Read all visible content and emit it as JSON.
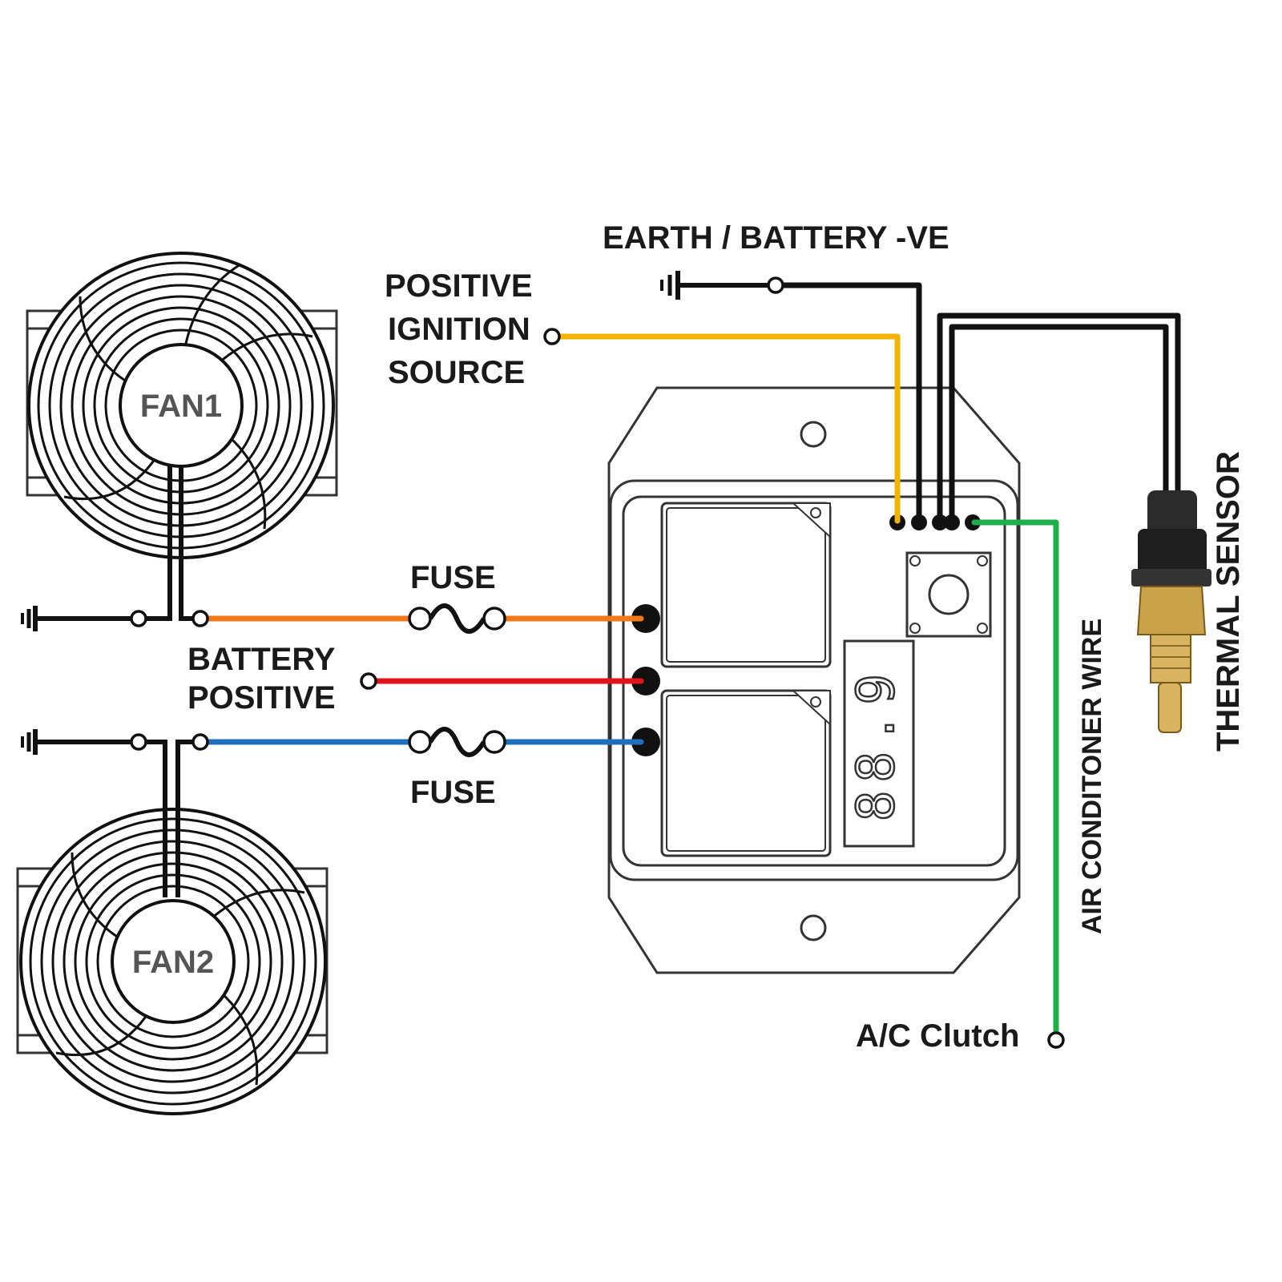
{
  "labels": {
    "earth": "EARTH / BATTERY -VE",
    "ignition": [
      "POSITIVE",
      "IGNITION",
      "SOURCE"
    ],
    "fuse_top": "FUSE",
    "fuse_bottom": "FUSE",
    "battery_positive": [
      "BATTERY",
      "POSITIVE"
    ],
    "ac_clutch": "A/C Clutch",
    "ac_wire": "AIR CONDITONER WIRE",
    "thermal_sensor": "THERMAL SENSOR",
    "fan1": "FAN1",
    "fan2": "FAN2"
  },
  "colors": {
    "ignition_wire": "#f2b400",
    "fan1_wire": "#f07a1a",
    "battery_wire": "#e0141a",
    "fan2_wire": "#1f6fbf",
    "ac_wire": "#1fae4a",
    "ground_wire": "#111111"
  },
  "controller": {
    "display_text": "88.9"
  }
}
